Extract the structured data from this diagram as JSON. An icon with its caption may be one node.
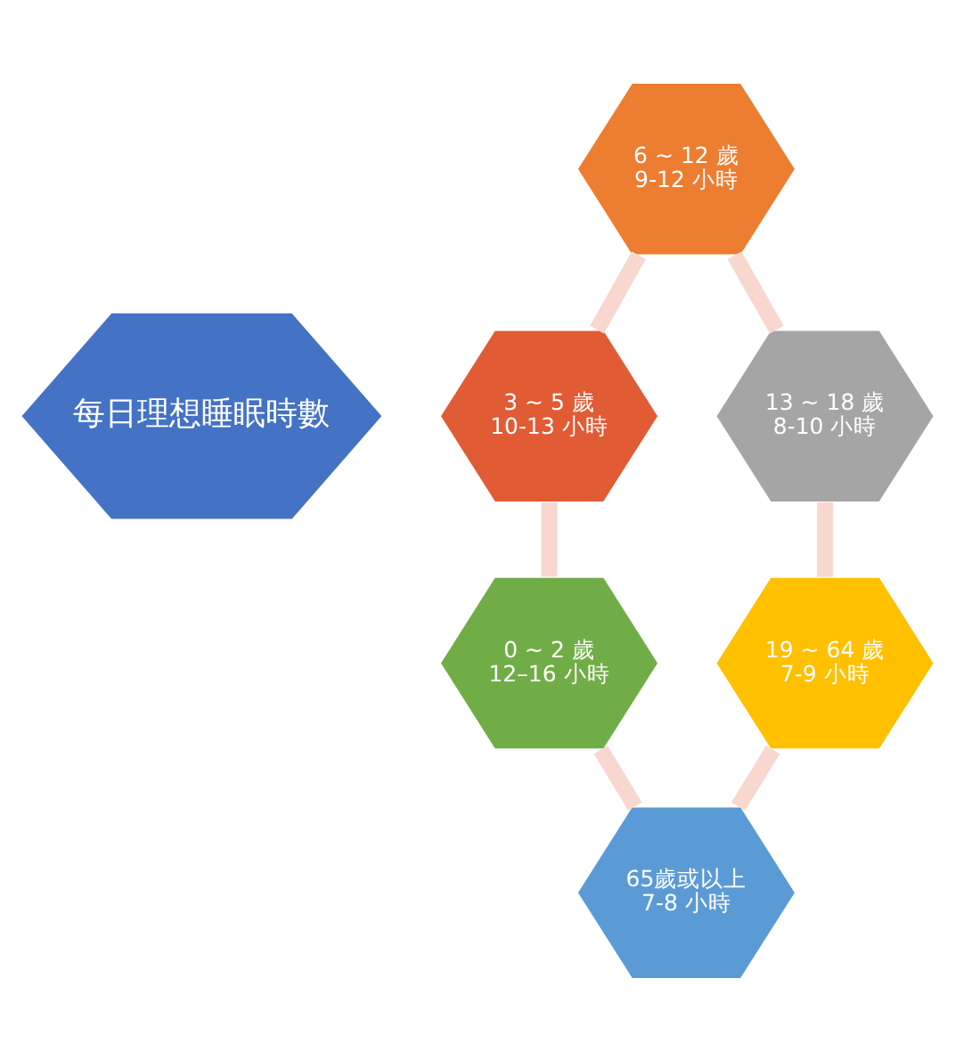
{
  "diagram": {
    "nodes": [
      {
        "text": [
          "每日理想睡眠時數"
        ]
      },
      {
        "text": [
          "6 ~ 12 歲",
          "9-12 小時"
        ]
      },
      {
        "text": [
          "3 ~ 5 歲",
          "10-13 小時"
        ]
      },
      {
        "text": [
          "13 ~ 18 歲",
          "8-10 小時"
        ]
      },
      {
        "text": [
          "0 ~ 2 歲",
          "12–16 小時"
        ]
      },
      {
        "text": [
          "19 ~ 64 歲",
          "7-9 小時"
        ]
      },
      {
        "text": [
          "65歲或以上",
          "7-8 小時"
        ]
      }
    ],
    "edges": [
      {
        "from": 1,
        "to": 3,
        "arrow": "none"
      },
      {
        "from": 3,
        "to": 5,
        "arrow": "none"
      },
      {
        "from": 5,
        "to": 6,
        "arrow": "none"
      },
      {
        "from": 4,
        "to": 6,
        "arrow": "none"
      },
      {
        "from": 2,
        "to": 4,
        "arrow": "none"
      },
      {
        "from": 1,
        "to": 2,
        "arrow": "none"
      }
    ]
  }
}
